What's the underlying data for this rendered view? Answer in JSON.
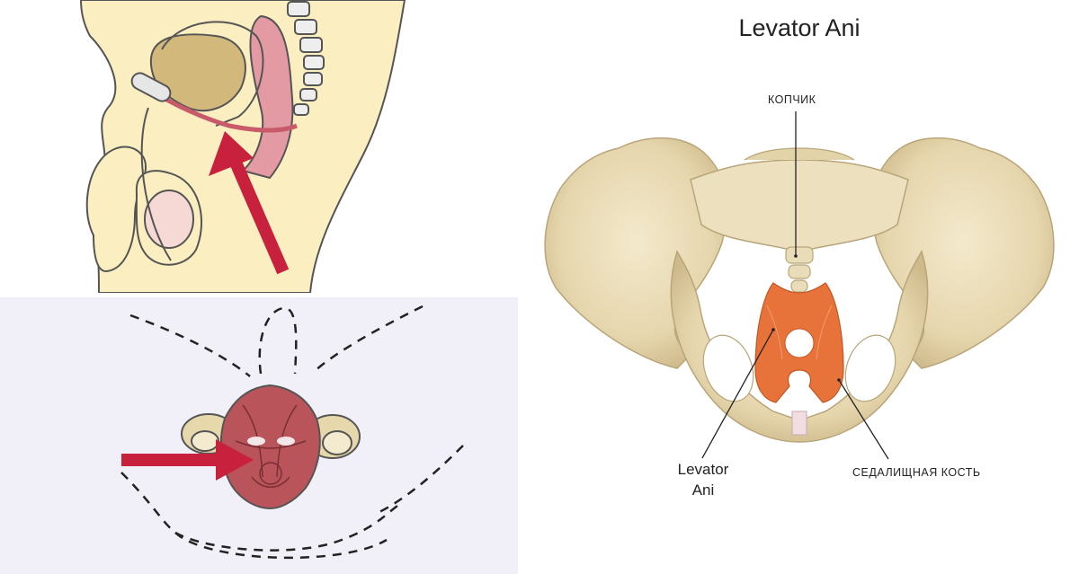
{
  "title": "Levator Ani",
  "labels": {
    "coccyx": "КОПЧИК",
    "levator_line1": "Levator",
    "levator_line2": "Ani",
    "ischium": "СЕДАЛИЩНАЯ КОСТЬ"
  },
  "colors": {
    "skin": "#fbeec0",
    "outline": "#555555",
    "bladder": "#d3b87b",
    "muscle_pink": "#e49aa3",
    "arrow": "#c8213e",
    "bone": "#e9dcb8",
    "levator_muscle": "#e8733a",
    "perineum_bg": "#f1f0f8"
  },
  "icons": [
    "arrow-sagittal-icon",
    "arrow-perineum-icon"
  ]
}
